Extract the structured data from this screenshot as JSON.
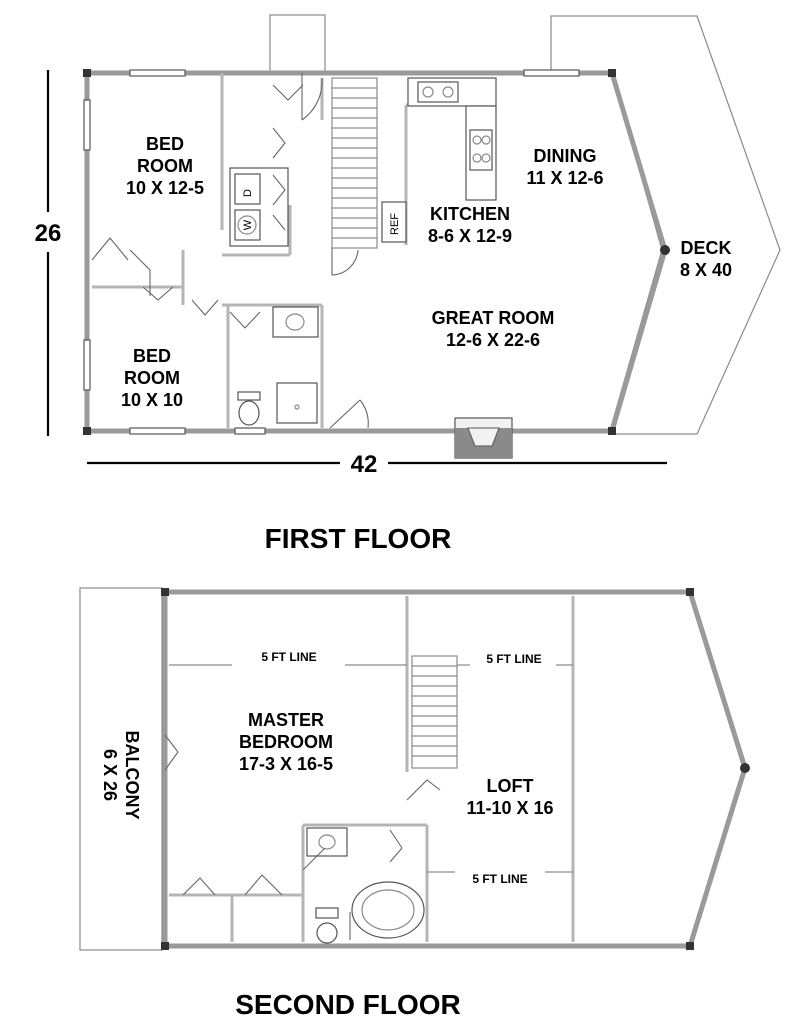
{
  "first_floor": {
    "title": "FIRST FLOOR",
    "dimension_side": "26",
    "dimension_bottom": "42",
    "rooms": {
      "bedroom1": {
        "line1": "BED",
        "line2": "ROOM",
        "size": "10 X 12-5"
      },
      "bedroom2": {
        "line1": "BED",
        "line2": "ROOM",
        "size": "10 X 10"
      },
      "kitchen": {
        "name": "KITCHEN",
        "size": "8-6 X 12-9"
      },
      "dining": {
        "name": "DINING",
        "size": "11 X 12-6"
      },
      "great_room": {
        "name": "GREAT ROOM",
        "size": "12-6 X 22-6"
      },
      "deck": {
        "name": "DECK",
        "size": "8 X 40"
      }
    },
    "fixtures": {
      "dryer": "D",
      "washer": "W",
      "refrigerator": "REF"
    }
  },
  "second_floor": {
    "title": "SECOND FLOOR",
    "rooms": {
      "master": {
        "line1": "MASTER",
        "line2": "BEDROOM",
        "size": "17-3 X 16-5"
      },
      "loft": {
        "name": "LOFT",
        "size": "11-10 X 16"
      },
      "balcony": {
        "name": "BALCONY",
        "size": "6 X 26"
      }
    },
    "line_notes": {
      "master_top": "5 FT LINE",
      "loft_top": "5 FT LINE",
      "loft_bottom": "5 FT LINE"
    }
  }
}
